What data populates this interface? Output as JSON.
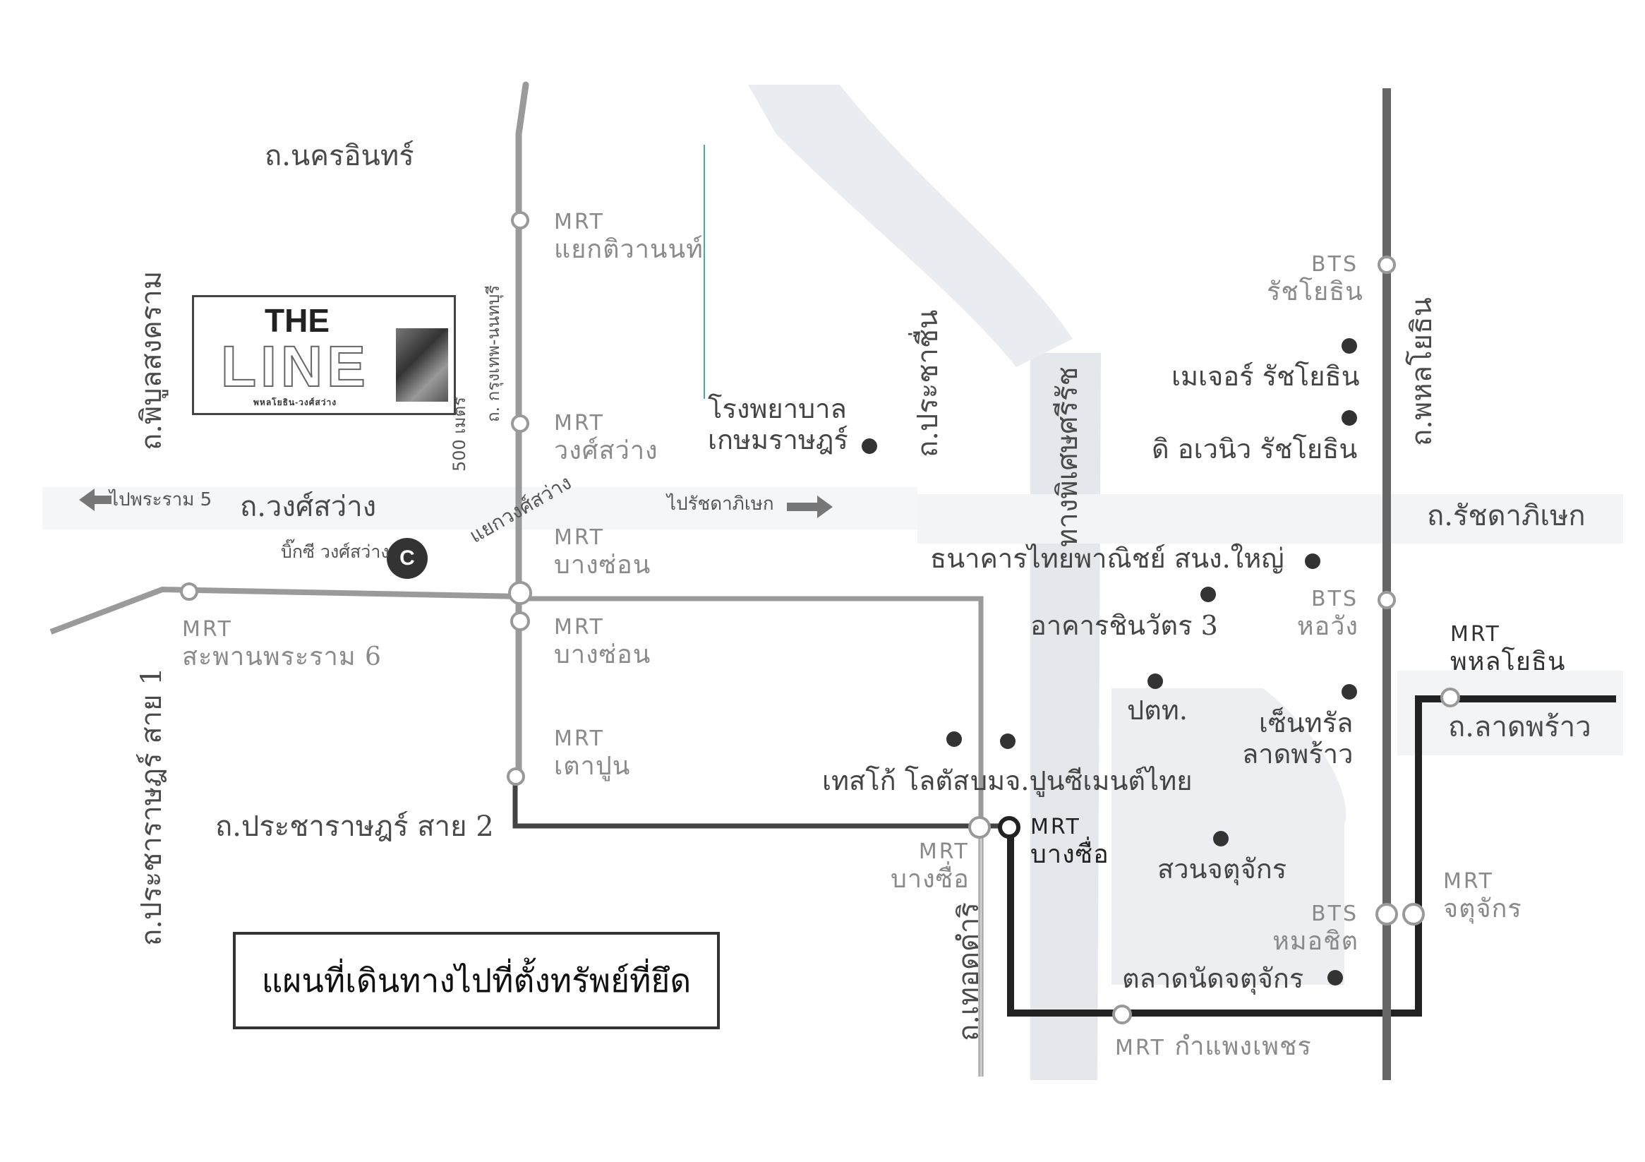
{
  "title": "แผนที่เดินทางไปที่ตั้งทรัพย์ที่ยึด",
  "logo": {
    "line1": "THE",
    "line2": "LINE",
    "sub": "พหลโยธิน-วงศ์สว่าง"
  },
  "roads": {
    "nakhon_in": "ถ.นครอินทร์",
    "phibun": "ถ.พิบูลสงคราม",
    "krungthep_nonthaburi": "ถ. กรุงเทพ-นนทบุรี",
    "distance": "500 เมตร",
    "wongsawang": "ถ.วงศ์สว่าง",
    "prachachuen": "ถ.ประชาชื่น",
    "expressway": "ทางพิเศษศรีรัช",
    "phahonyothin": "ถ.พหลโยธิน",
    "ratchadaphisek": "ถ.รัชดาภิเษก",
    "lat_phrao": "ถ.ลาดพร้าว",
    "pracharat_sai1": "ถ.ประชาราษฎร์ สาย 1",
    "pracharat_sai2": "ถ.ประชาราษฎร์ สาย 2",
    "thoet_damri": "ถ.เทอดดำริ",
    "wongsawang_junction": "แยกวงศ์สว่าง",
    "to_rama5": "ไปพระราม 5",
    "to_ratchada": "ไปรัชดาภิเษก"
  },
  "stations": {
    "mrt_tiwanon": {
      "line": "MRT",
      "name": "แยกติวานนท์"
    },
    "mrt_wongsawang": {
      "line": "MRT",
      "name": "วงศ์สว่าง"
    },
    "mrt_bangson_1": {
      "line": "MRT",
      "name": "บางซ่อน"
    },
    "mrt_bangson_2": {
      "line": "MRT",
      "name": "บางซ่อน"
    },
    "mrt_taopoon": {
      "line": "MRT",
      "name": "เตาปูน"
    },
    "mrt_rama6": {
      "line": "MRT",
      "name": "สะพานพระราม 6"
    },
    "mrt_bangsue_purple": {
      "line": "MRT",
      "name": "บางซื่อ"
    },
    "mrt_bangsue": {
      "line": "MRT",
      "name": "บางซื่อ"
    },
    "mrt_phahon": {
      "line": "MRT",
      "name": "พหลโยธิน"
    },
    "mrt_chatuchak": {
      "line": "MRT",
      "name": "จตุจักร"
    },
    "mrt_kamphaeng": {
      "line": "MRT",
      "name": "กำแพงเพชร"
    },
    "bts_ratchayothin": {
      "line": "BTS",
      "name": "รัชโยธิน"
    },
    "bts_hawang": {
      "line": "BTS",
      "name": "หอวัง"
    },
    "bts_mochit": {
      "line": "BTS",
      "name": "หมอชิต"
    }
  },
  "places": {
    "hospital": "โรงพยาบาล\nเกษมราษฎร์",
    "major": "เมเจอร์ รัชโยธิน",
    "avenue": "ดิ อเวนิว รัชโยธิน",
    "scb": "ธนาคารไทยพาณิชย์ สนง.ใหญ่",
    "chinawat": "อาคารชินวัตร 3",
    "ptt": "ปตท.",
    "central": "เซ็นทรัล\nลาดพร้าว",
    "tesco": "เทสโก้ โลตัส",
    "scg": "บมจ.ปูนซีเมนต์ไทย",
    "park": "สวนจตุจักร",
    "market": "ตลาดนัดจตุจักร",
    "bigc": "บิ๊กซี วงศ์สว่าง",
    "bigc_mark": "C"
  },
  "colors": {
    "purple_line": "#9a9a9a",
    "blue_line": "#555555",
    "bts_line": "#666666",
    "river": "#e6e9ee",
    "park": "#eceef2"
  }
}
